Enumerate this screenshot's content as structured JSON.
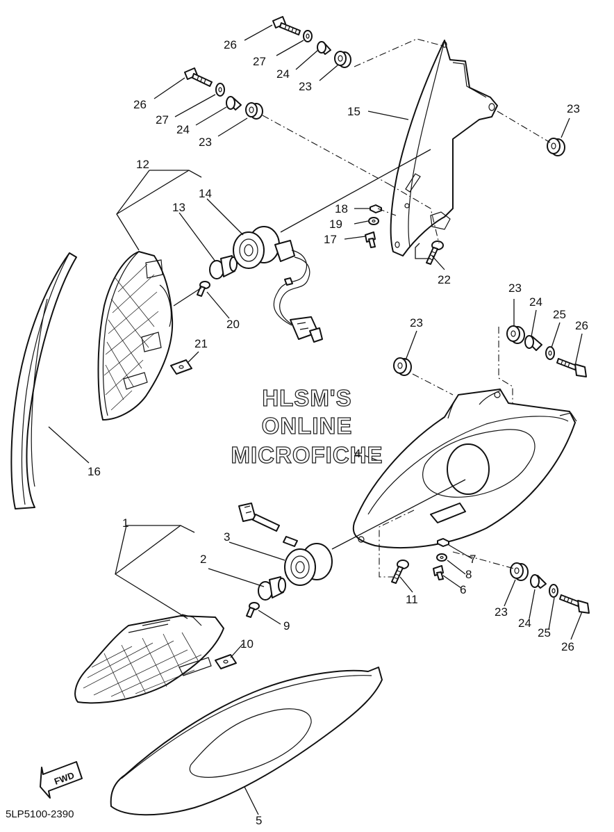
{
  "diagram_code": "5LP5100-2390",
  "watermark": [
    "HLSM'S",
    "ONLINE",
    "MICROFICHE"
  ],
  "fwd_label": "FWD",
  "callouts": [
    {
      "id": "c26a",
      "text": "26"
    },
    {
      "id": "c27a",
      "text": "27"
    },
    {
      "id": "c24a",
      "text": "24"
    },
    {
      "id": "c23a",
      "text": "23"
    },
    {
      "id": "c26b",
      "text": "26"
    },
    {
      "id": "c27b",
      "text": "27"
    },
    {
      "id": "c24b",
      "text": "24"
    },
    {
      "id": "c23b",
      "text": "23"
    },
    {
      "id": "c15",
      "text": "15"
    },
    {
      "id": "c23c",
      "text": "23"
    },
    {
      "id": "c12",
      "text": "12"
    },
    {
      "id": "c13",
      "text": "13"
    },
    {
      "id": "c14",
      "text": "14"
    },
    {
      "id": "c18",
      "text": "18"
    },
    {
      "id": "c19",
      "text": "19"
    },
    {
      "id": "c17",
      "text": "17"
    },
    {
      "id": "c22",
      "text": "22"
    },
    {
      "id": "c20",
      "text": "20"
    },
    {
      "id": "c21",
      "text": "21"
    },
    {
      "id": "c16",
      "text": "16"
    },
    {
      "id": "c23d",
      "text": "23"
    },
    {
      "id": "c24c",
      "text": "24"
    },
    {
      "id": "c25a",
      "text": "25"
    },
    {
      "id": "c26c",
      "text": "26"
    },
    {
      "id": "c23e",
      "text": "23"
    },
    {
      "id": "c4",
      "text": "4"
    },
    {
      "id": "c1",
      "text": "1"
    },
    {
      "id": "c3",
      "text": "3"
    },
    {
      "id": "c2",
      "text": "2"
    },
    {
      "id": "c7",
      "text": "7"
    },
    {
      "id": "c8",
      "text": "8"
    },
    {
      "id": "c6",
      "text": "6"
    },
    {
      "id": "c11",
      "text": "11"
    },
    {
      "id": "c9",
      "text": "9"
    },
    {
      "id": "c10",
      "text": "10"
    },
    {
      "id": "c23f",
      "text": "23"
    },
    {
      "id": "c24d",
      "text": "24"
    },
    {
      "id": "c25b",
      "text": "25"
    },
    {
      "id": "c26d",
      "text": "26"
    },
    {
      "id": "c5",
      "text": "5"
    }
  ]
}
